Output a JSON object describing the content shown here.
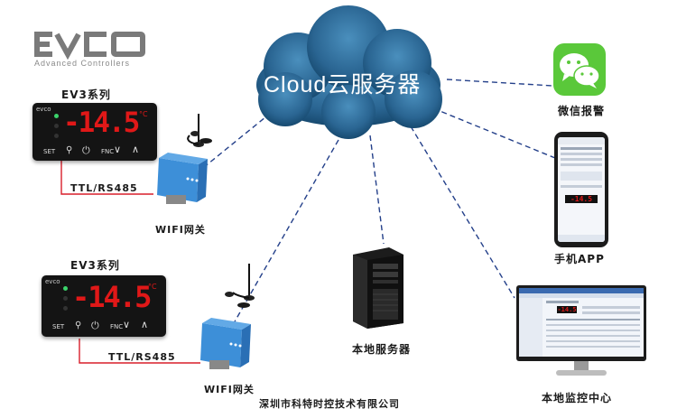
{
  "logo": {
    "brand": "EVCO",
    "tagline": "Advanced Controllers"
  },
  "cloud": {
    "label": "Cloud云服务器"
  },
  "controllers": [
    {
      "title": "EV3系列",
      "display": "-14.5",
      "unit": "°C",
      "buttons": [
        "SET",
        "FNC"
      ],
      "link_label": "TTL/RS485",
      "gateway_label": "WIFI网关"
    },
    {
      "title": "EV3系列",
      "display": "-14.5",
      "unit": "°C",
      "buttons": [
        "SET",
        "FNC"
      ],
      "link_label": "TTL/RS485",
      "gateway_label": "WIFI网关"
    }
  ],
  "endpoints": {
    "wechat": "微信报警",
    "phone": "手机APP",
    "server": "本地服务器",
    "monitor": "本地监控中心"
  },
  "phone_screen": {
    "display": "-14.5"
  },
  "monitor_screen": {
    "display": "-14.5"
  },
  "company": "深圳市科特时控技术有限公司",
  "colors": {
    "cloud": "#2d6f9d",
    "display_red": "#e01818",
    "gateway": "#3d8fd8",
    "link": "#d81e2a"
  }
}
